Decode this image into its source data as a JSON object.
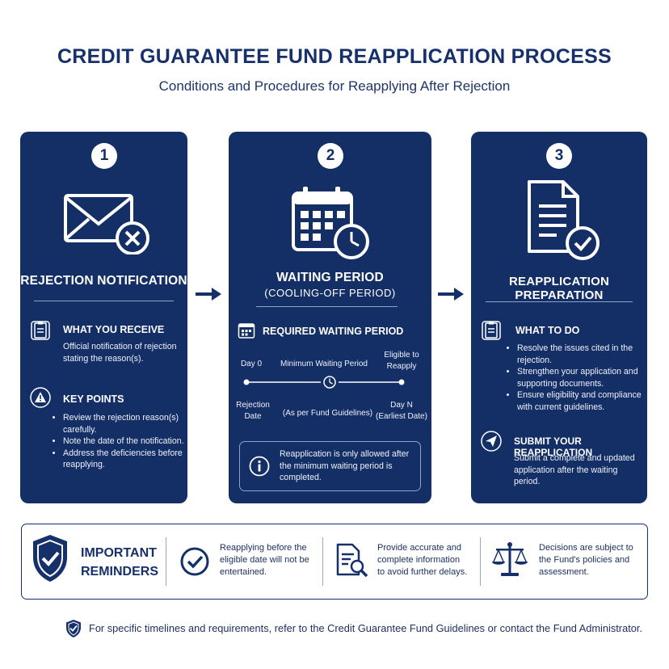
{
  "header": {
    "title": "CREDIT GUARANTEE FUND REAPPLICATION PROCESS",
    "subtitle": "Conditions and Procedures for Reapplying After Rejection"
  },
  "steps": [
    {
      "number": "1",
      "title": "REJECTION NOTIFICATION",
      "icon": "envelope-x-icon",
      "sections": [
        {
          "title": "WHAT YOU RECEIVE",
          "icon": "clipboard-icon",
          "lines": [
            "Official notification of rejection",
            "stating the reason(s)."
          ]
        },
        {
          "title": "KEY POINTS",
          "icon": "warning-icon",
          "bullets": [
            "Review the rejection reason(s) carefully.",
            "Note the date of the notification.",
            "Address the deficiencies before reapplying."
          ]
        }
      ]
    },
    {
      "number": "2",
      "title": "WAITING PERIOD",
      "subtitle": "(COOLING-OFF PERIOD)",
      "icon": "calendar-clock-icon",
      "section_title": "REQUIRED WAITING PERIOD",
      "section_icon": "calendar-icon",
      "timeline": {
        "start_top": "Day 0",
        "start_bottom": [
          "Rejection",
          "Date"
        ],
        "middle_top": "Minimum Waiting Period",
        "middle_bottom": "(As per Fund Guidelines)",
        "end_top": [
          "Eligible to",
          "Reapply"
        ],
        "end_bottom": [
          "Day N",
          "(Earliest Date)"
        ]
      },
      "note": [
        "Reapplication is only allowed after",
        "the minimum waiting period is",
        "completed."
      ],
      "note_icon": "info-icon"
    },
    {
      "number": "3",
      "title": "REAPPLICATION PREPARATION",
      "icon": "document-check-icon",
      "sections": [
        {
          "title": "WHAT TO DO",
          "icon": "clipboard-icon",
          "bullets": [
            "Resolve the issues cited in the rejection.",
            "Strengthen your application and supporting documents.",
            "Ensure eligibility and compliance with current guidelines."
          ]
        },
        {
          "title": "SUBMIT YOUR REAPPLICATION",
          "icon": "send-icon",
          "lines": [
            "Submit a complete and updated",
            "application after the waiting",
            "period."
          ]
        }
      ]
    }
  ],
  "reminders": {
    "title": [
      "IMPORTANT",
      "REMINDERS"
    ],
    "items": [
      {
        "icon": "check-circle-icon",
        "lines": [
          "Reapplying before the",
          "eligible date will not be",
          "entertained."
        ]
      },
      {
        "icon": "document-search-icon",
        "lines": [
          "Provide accurate and",
          "complete information",
          "to avoid further delays."
        ]
      },
      {
        "icon": "scales-icon",
        "lines": [
          "Decisions are subject to",
          "the Fund's policies and",
          "assessment."
        ]
      }
    ]
  },
  "footer": "For specific timelines and requirements, refer to the Credit Guarantee Fund Guidelines or contact the Fund Administrator.",
  "colors": {
    "navy": "#142e66",
    "text": "#1d3160",
    "rule": "#8fa2c8"
  }
}
